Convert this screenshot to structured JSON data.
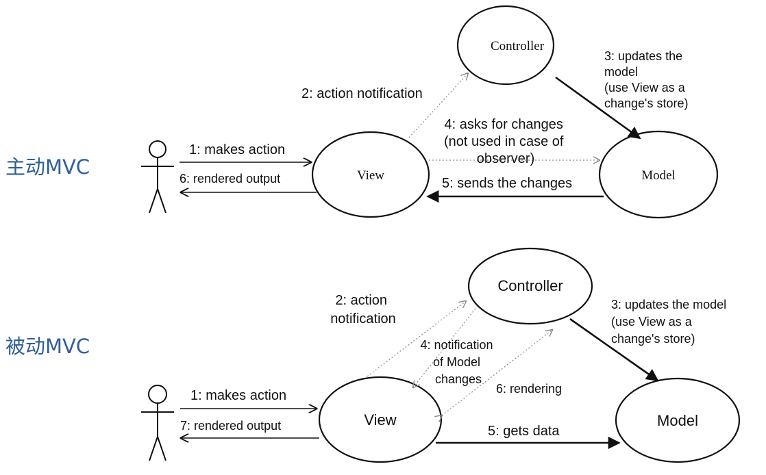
{
  "active": {
    "title": "主动MVC",
    "nodes": {
      "controller": "Controller",
      "view": "View",
      "model": "Model"
    },
    "edges": {
      "makes_action": "1: makes action",
      "action_notification": "2: action notification",
      "updates_model": [
        "3: updates the",
        "model",
        "(use View as a",
        "change's store)"
      ],
      "asks_changes": [
        "4: asks for changes",
        "(not used in case of",
        "observer)"
      ],
      "sends_changes": "5: sends the changes",
      "rendered_output": "6: rendered output"
    }
  },
  "passive": {
    "title": "被动MVC",
    "nodes": {
      "controller": "Controller",
      "view": "View",
      "model": "Model"
    },
    "edges": {
      "makes_action": "1: makes action",
      "action_notification": [
        "2: action",
        "notification"
      ],
      "updates_model": [
        "3: updates the model",
        "(use View as a",
        "change's store)"
      ],
      "notification": [
        "4: notification",
        "of Model",
        "changes"
      ],
      "gets_data": "5: gets data",
      "rendering": "6: rendering",
      "rendered_output": "7: rendered output"
    }
  }
}
